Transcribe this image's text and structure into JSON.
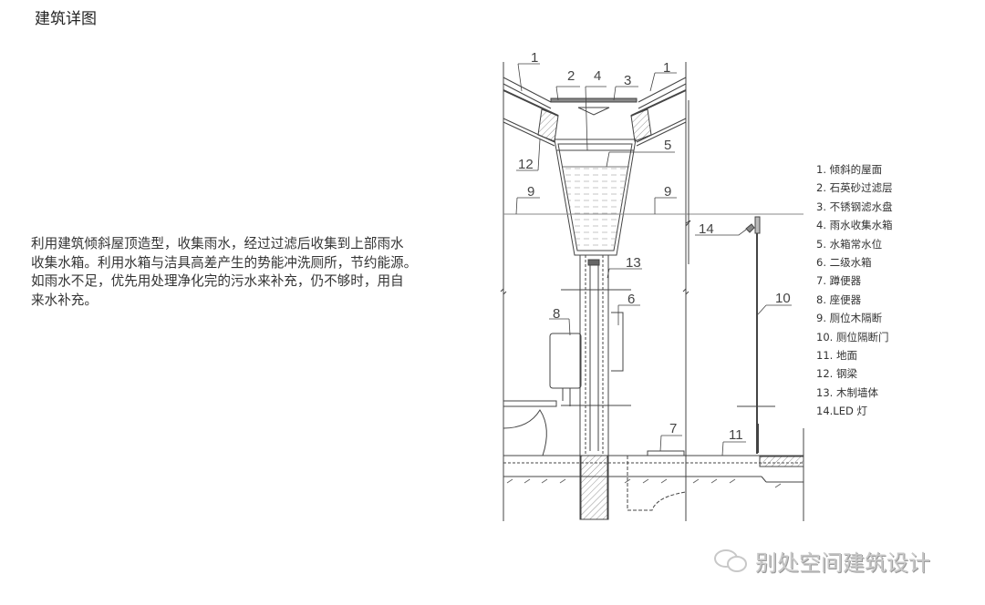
{
  "title": "建筑详图",
  "description": [
    "利用建筑倾斜屋顶造型，收集雨水，经过过滤后收集到上部雨水",
    "收集水箱。利用水箱与洁具高差产生的势能冲洗厕所，节约能源。",
    "如雨水不足，优先用处理净化完的污水来补充，仍不够时，用自",
    "来水补充。"
  ],
  "legend": [
    "1. 倾斜的屋面",
    "2. 石英砂过滤层",
    "3. 不锈钢滤水盘",
    "4. 雨水收集水箱",
    "5. 水箱常水位",
    "6. 二级水箱",
    "7. 蹲便器",
    "8. 座便器",
    "9. 厕位木隔断",
    "10. 厕位隔断门",
    "11. 地面",
    "12. 钢梁",
    "13. 木制墙体",
    "14.LED 灯"
  ],
  "callouts": {
    "roof_left": "1",
    "roof_right": "1",
    "filter": "2",
    "tank": "4",
    "tray": "3",
    "water_level": "5",
    "beam": "12",
    "partition_left": "9",
    "partition_right": "9",
    "led": "14",
    "wall": "13",
    "secondary_tank": "6",
    "toilet": "8",
    "door": "10",
    "squat": "7",
    "floor": "11"
  },
  "watermark": "别处空间建筑设计"
}
